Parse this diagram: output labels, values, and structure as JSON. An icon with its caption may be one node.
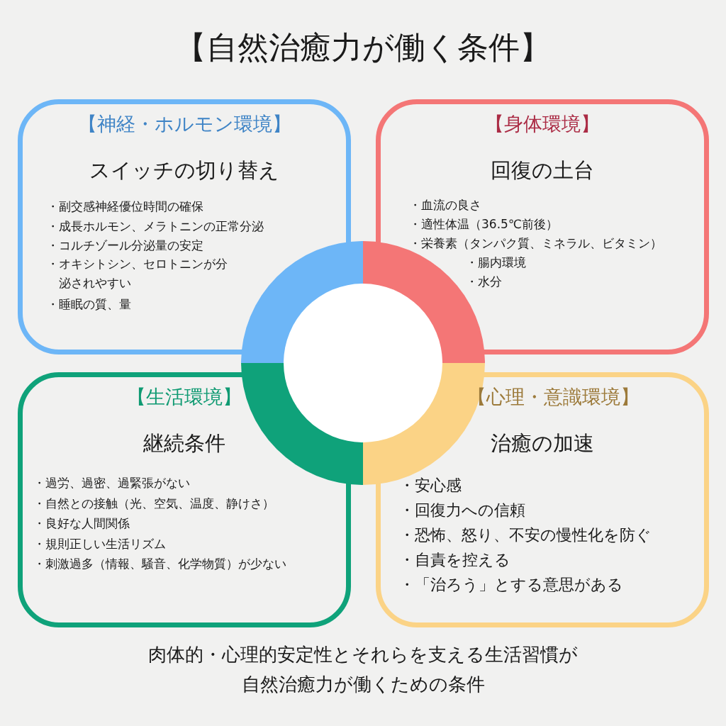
{
  "diagram": {
    "title": "【自然治癒力が働く条件】",
    "nodes": [
      {
        "text": [
          "【神経・ホルモン環境】",
          "スイッチの切り替え",
          "・副交感神経優位時間の確保",
          "・成長ホルモン、メラトニンの正常分泌",
          "・コルチゾール分泌量の安定",
          "・オキシトシン、セロトニンが分泌されやすい",
          "・睡眠の質、量"
        ]
      },
      {
        "text": [
          "【身体環境】",
          "回復の土台",
          "・血流の良さ",
          "・適性体温（36.5℃前後）",
          "・栄養素（タンパク質、ミネラル、ビタミン）",
          "・腸内環境",
          "・水分"
        ]
      },
      {
        "text": [
          "【生活環境】",
          "継続条件",
          "・過労、過密、過緊張がない",
          "・自然との接触（光、空気、温度、静けさ）",
          "・良好な人間関係",
          "・規則正しい生活リズム",
          "・刺激過多（情報、騒音、化学物質）が少ない"
        ]
      },
      {
        "text": [
          "【心理・意識環境】",
          "治癒の加速",
          "・安心感",
          "・回復力への信頼",
          "・恐怖、怒り、不安の慢性化を防ぐ",
          "・自責を控える",
          "・「治ろう」とする意思がある"
        ]
      },
      {
        "text": [],
        "shape": "circle"
      }
    ],
    "caption": "肉体的・心理的安定性とそれらを支える生活習慣が自然治癒力が働くための条件"
  }
}
